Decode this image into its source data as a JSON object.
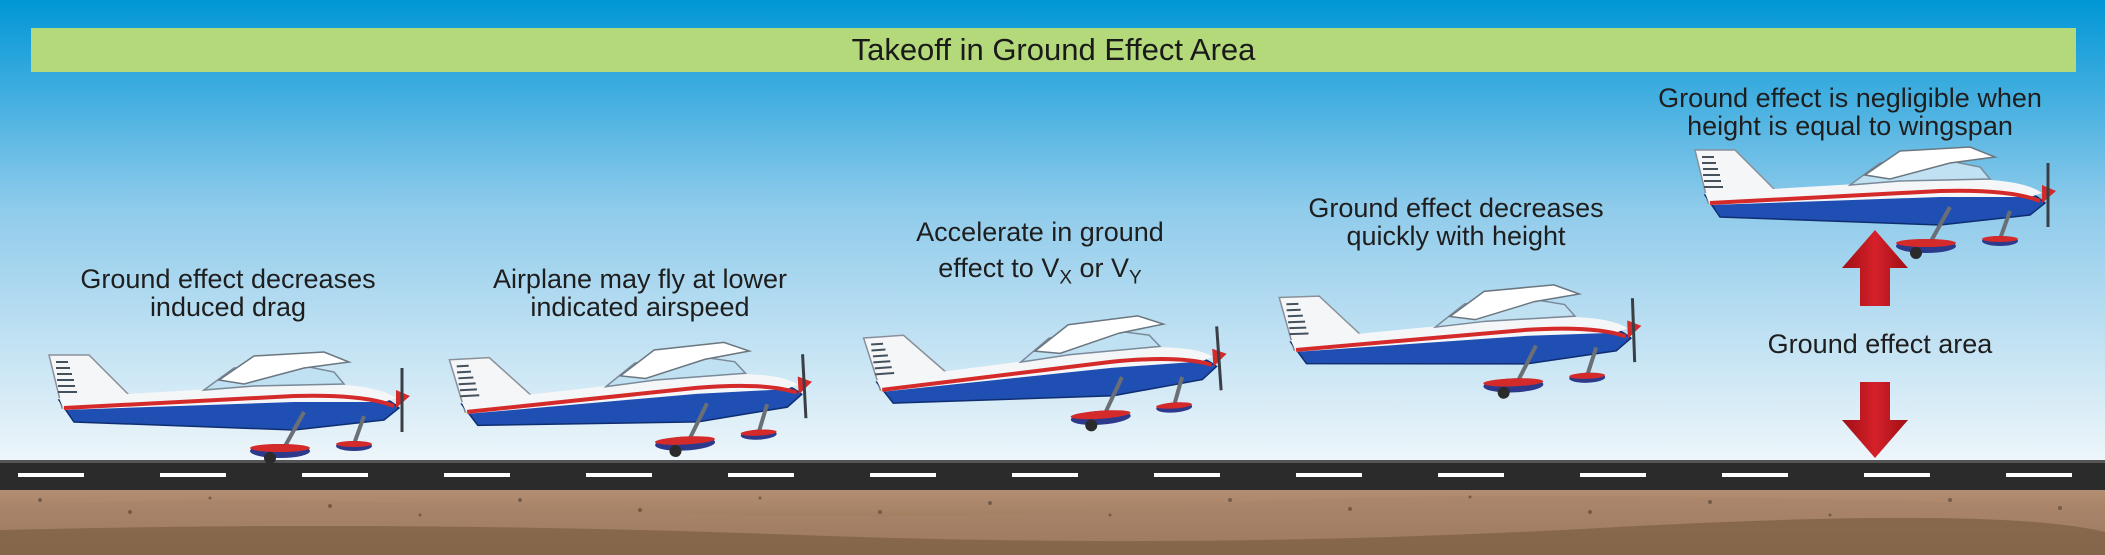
{
  "title": "Takeoff in Ground Effect Area",
  "stages": [
    {
      "line1": "Ground effect decreases",
      "line2": "induced drag"
    },
    {
      "line1": "Airplane may fly at lower",
      "line2": "indicated airspeed"
    },
    {
      "line1": "Accelerate in ground",
      "line2_prefix": "effect to V",
      "vx_sub": "X",
      "or_text": " or V",
      "vy_sub": "Y"
    },
    {
      "line1": "Ground effect decreases",
      "line2": "quickly with height"
    },
    {
      "line1": "Ground effect is negligible when",
      "line2": "height is equal to wingspan"
    }
  ],
  "ground_effect_label": "Ground effect area",
  "colors": {
    "sky_top": "#0099d8",
    "sky_bottom": "#e8f3f9",
    "banner": "#b3d97a",
    "runway": "#2b2b2b",
    "dirt": "#9a7b5d",
    "plane_blue": "#1f4fb3",
    "plane_red": "#d42a2a",
    "arrow_red": "#c4161c"
  }
}
